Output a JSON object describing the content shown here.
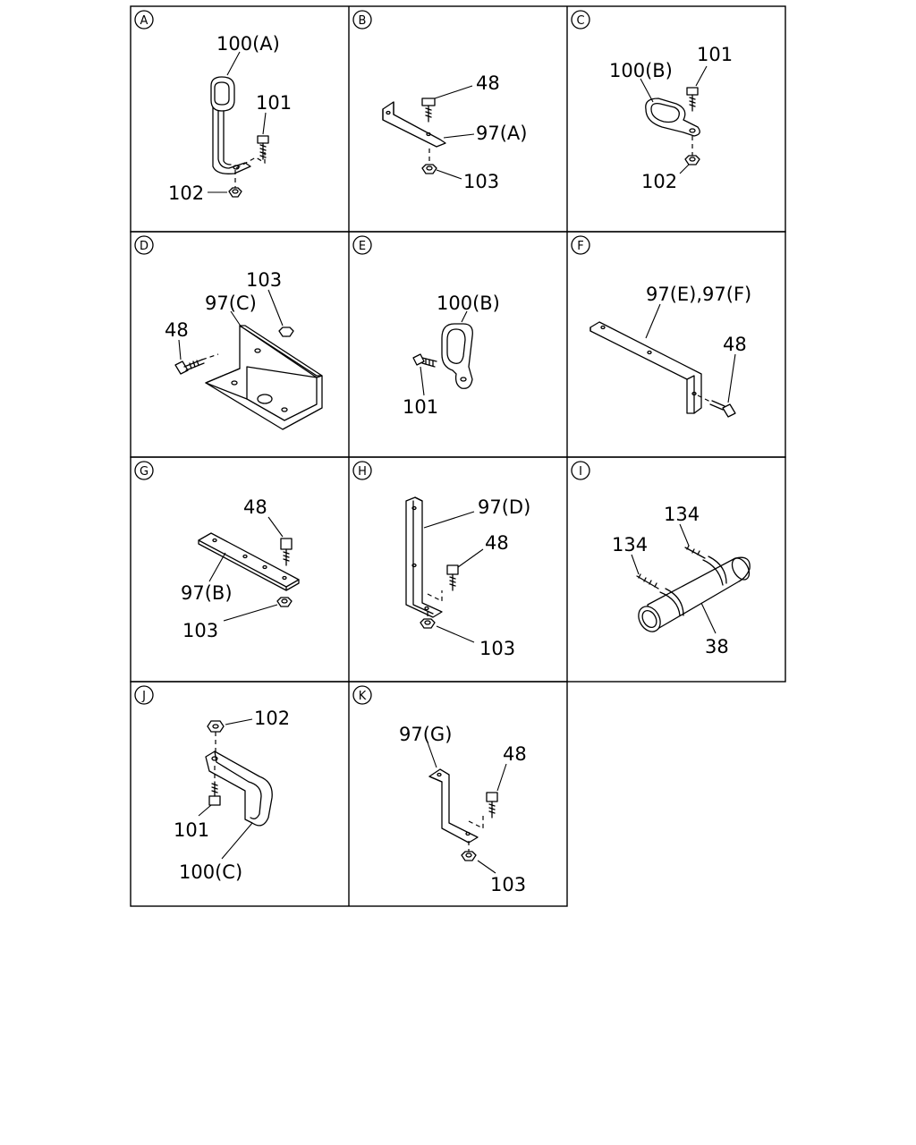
{
  "panels": {
    "A": {
      "letter": "A",
      "labels": [
        "100(A)",
        "101",
        "102"
      ]
    },
    "B": {
      "letter": "B",
      "labels": [
        "48",
        "97(A)",
        "103"
      ]
    },
    "C": {
      "letter": "C",
      "labels": [
        "100(B)",
        "101",
        "102"
      ]
    },
    "D": {
      "letter": "D",
      "labels": [
        "103",
        "97(C)",
        "48"
      ]
    },
    "E": {
      "letter": "E",
      "labels": [
        "100(B)",
        "101"
      ]
    },
    "F": {
      "letter": "F",
      "labels": [
        "97(E),97(F)",
        "48"
      ]
    },
    "G": {
      "letter": "G",
      "labels": [
        "48",
        "97(B)",
        "103"
      ]
    },
    "H": {
      "letter": "H",
      "labels": [
        "97(D)",
        "48",
        "103"
      ]
    },
    "I": {
      "letter": "I",
      "labels": [
        "134",
        "134",
        "38"
      ]
    },
    "J": {
      "letter": "J",
      "labels": [
        "102",
        "101",
        "100(C)"
      ]
    },
    "K": {
      "letter": "K",
      "labels": [
        "97(G)",
        "48",
        "103"
      ]
    }
  }
}
